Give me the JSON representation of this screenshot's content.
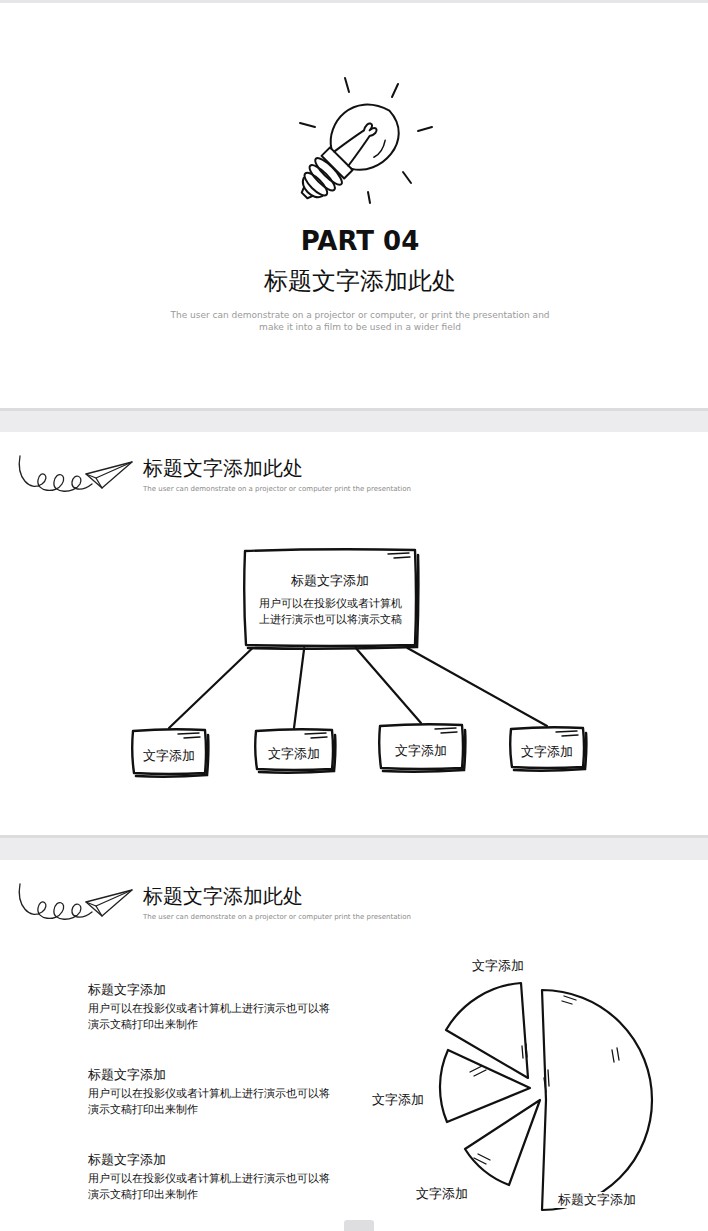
{
  "diagram": {
    "nodes": [
      {
        "text": [
          "标题文字添加",
          "用户可以在投影仪或者计算机上进行演示也可以将演示文稿"
        ]
      },
      {
        "text": [
          "文字添加"
        ]
      },
      {
        "text": [
          "文字添加"
        ]
      },
      {
        "text": [
          "文字添加"
        ]
      },
      {
        "text": [
          "文字添加"
        ]
      }
    ],
    "edges": [
      {
        "from": 0,
        "to": 1,
        "arrow": "none"
      },
      {
        "from": 0,
        "to": 2,
        "arrow": "none"
      },
      {
        "from": 0,
        "to": 3,
        "arrow": "none"
      },
      {
        "from": 0,
        "to": 4,
        "arrow": "none"
      }
    ],
    "labels": [
      "PART 04",
      "标题文字添加此处",
      "The user can demonstrate on a projector or computer, or print the presentation and make it into a film to be used in a wider field",
      "标题文字添加此处",
      "The user can demonstrate on a projector or computer print the presentation",
      "标题文字添加此处",
      "The user can demonstrate on a projector or computer print the presentation",
      "标题文字添加",
      "用户可以在投影仪或者计算机上进行演示也可以将演示文稿打印出来制作",
      "标题文字添加",
      "用户可以在投影仪或者计算机上进行演示也可以将演示文稿打印出来制作",
      "标题文字添加",
      "用户可以在投影仪或者计算机上进行演示也可以将演示文稿打印出来制作",
      "文字添加",
      "文字添加",
      "文字添加",
      "标题文字添加"
    ]
  }
}
